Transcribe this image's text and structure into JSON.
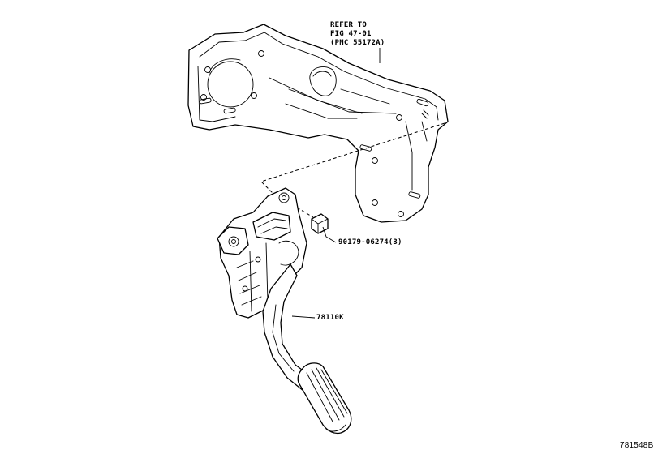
{
  "diagram": {
    "refer_label": {
      "line1": "REFER TO",
      "line2": "FIG 47-01",
      "line3": "(PNC 55172A)"
    },
    "parts": [
      {
        "part_number": "90179-06274(3)"
      },
      {
        "part_number": "78110K"
      }
    ],
    "figure_id": "781548B"
  }
}
